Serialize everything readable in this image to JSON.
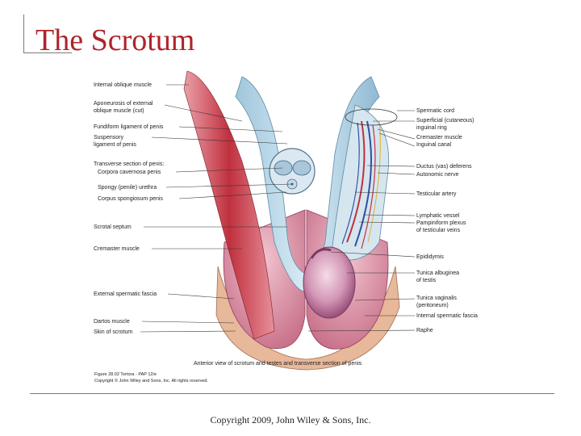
{
  "slide": {
    "title": "The Scrotum",
    "footer": "Copyright 2009, John Wiley & Sons, Inc."
  },
  "figure": {
    "caption": "Anterior view of scrotum and testes and transverse section of penis",
    "credit_line1": "Figure 28.02 Tortora - PAP 12/e",
    "credit_line2": "Copyright © John Wiley and Sons, Inc. All rights reserved.",
    "left_labels": [
      [
        "Internal oblique muscle"
      ],
      [
        "Aponeurosis of external",
        "oblique muscle (cut)"
      ],
      [
        "Fundiform ligament of penis"
      ],
      [
        "Suspensory",
        "ligament of penis"
      ],
      [
        "Transverse section of penis:"
      ],
      [
        "Corpora cavernosa penis"
      ],
      [
        "Spongy (penile) urethra"
      ],
      [
        "Corpus spongiosum penis"
      ],
      [
        "Scrotal septum"
      ],
      [
        "Cremaster muscle"
      ],
      [
        "External spermatic fascia"
      ],
      [
        "Dartos muscle"
      ],
      [
        "Skin of scrotum"
      ]
    ],
    "right_labels": [
      [
        "Spermatic cord"
      ],
      [
        "Superficial (cutaneous)",
        "inguinal ring"
      ],
      [
        "Cremaster muscle",
        "Inguinal canal"
      ],
      [
        "Ductus (vas) deferens"
      ],
      [
        "Autonomic nerve"
      ],
      [
        "Testicular artery"
      ],
      [
        "Lymphatic vessel",
        "Pampiniform plexus",
        "of testicular veins"
      ],
      [
        "Epididymis"
      ],
      [
        "Tunica albuginea",
        "of testis"
      ],
      [
        "Tunica vaginalis",
        "(peritoneum)"
      ],
      [
        "Internal spermatic fascia"
      ],
      [
        "Raphe"
      ]
    ]
  }
}
